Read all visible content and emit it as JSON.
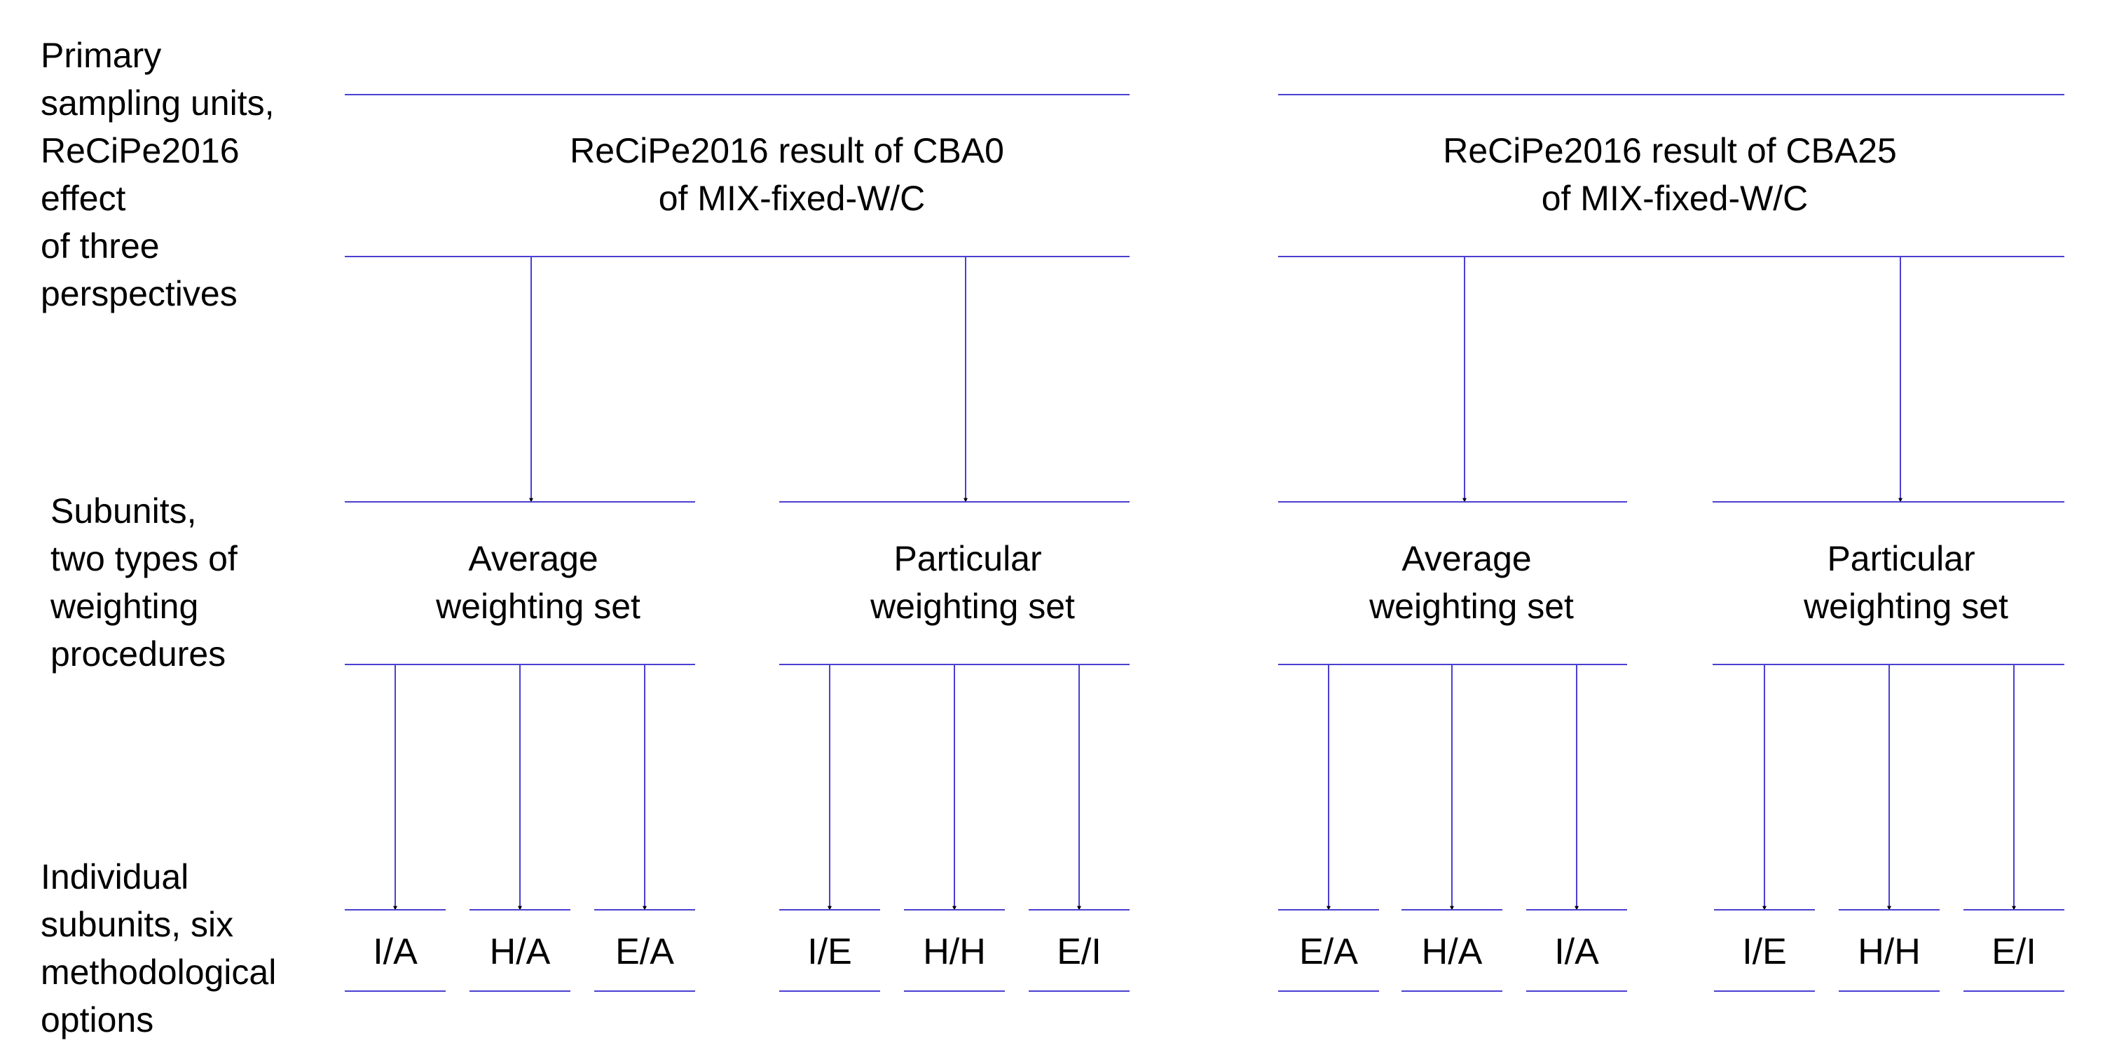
{
  "colors": {
    "line": "#4b3fd1",
    "arrow_head": "#000000",
    "text": "#000000",
    "background": "#ffffff"
  },
  "levels": {
    "primary": [
      "Primary",
      "sampling units,",
      "ReCiPe2016",
      "effect",
      "of three",
      "perspectives"
    ],
    "subunits": [
      "Subunits,",
      "two types of",
      "weighting",
      "procedures"
    ],
    "individual": [
      "Individual",
      "subunits, six",
      "methodological",
      "options"
    ]
  },
  "primary_units": [
    {
      "title": [
        "ReCiPe2016 result of CBA0",
        "of MIX-fixed-W/C"
      ],
      "subunits": [
        {
          "label": [
            "Average",
            "weighting set"
          ],
          "options": [
            "I/A",
            "H/A",
            "E/A"
          ]
        },
        {
          "label": [
            "Particular",
            "weighting set"
          ],
          "options": [
            "I/E",
            "H/H",
            "E/I"
          ]
        }
      ]
    },
    {
      "title": [
        "ReCiPe2016 result of CBA25",
        "of MIX-fixed-W/C"
      ],
      "subunits": [
        {
          "label": [
            "Average",
            "weighting set"
          ],
          "options": [
            "E/A",
            "H/A",
            "I/A"
          ]
        },
        {
          "label": [
            "Particular",
            "weighting set"
          ],
          "options": [
            "I/E",
            "H/H",
            "E/I"
          ]
        }
      ]
    }
  ]
}
